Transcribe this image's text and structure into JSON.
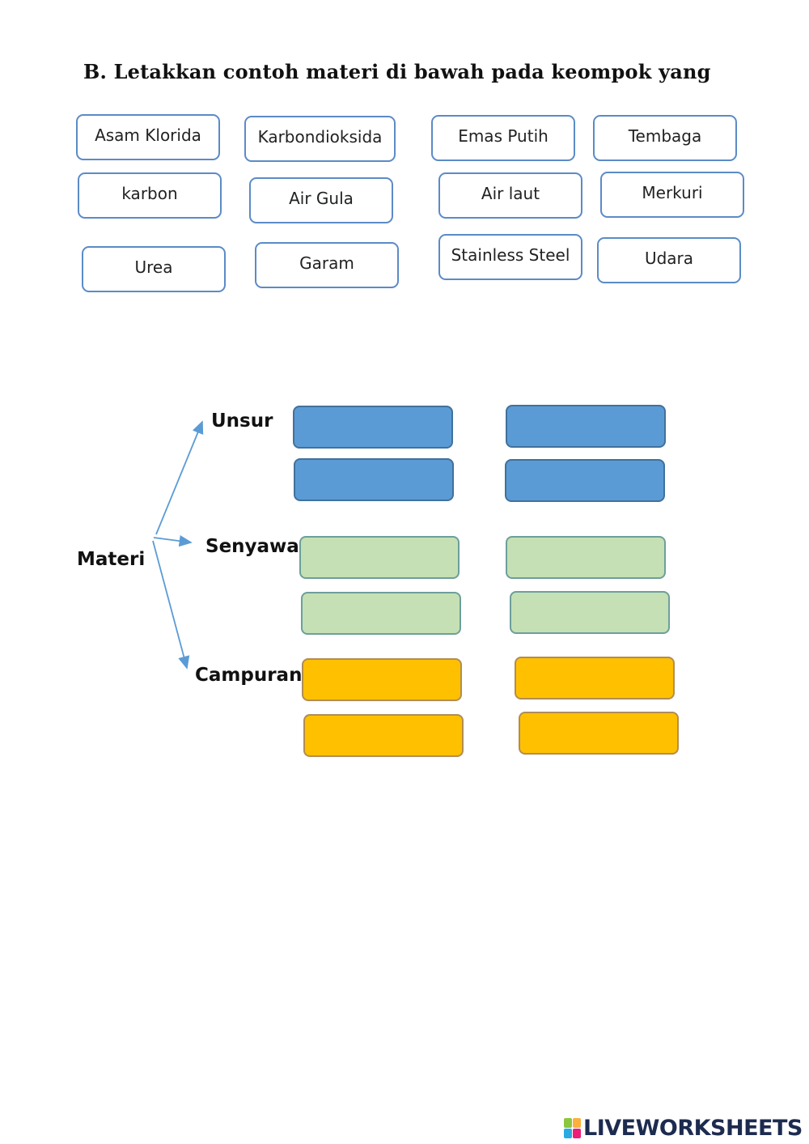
{
  "title": "B. Letakkan contoh materi di bawah pada keompok yang",
  "cards": [
    "Asam Klorida",
    "Karbondioksida",
    "Emas Putih",
    "Tembaga",
    "karbon",
    "Air Gula",
    "Air laut",
    "Merkuri",
    "Urea",
    "Garam",
    "Stainless Steel",
    "Udara"
  ],
  "diagram": {
    "root": "Materi",
    "groups": [
      "Unsur",
      "Senyawa",
      "Campuran"
    ]
  },
  "colors": {
    "unsur_slot": "#5b9bd5",
    "senyawa_slot": "#c5e0b4",
    "campuran_slot": "#ffc000",
    "arrow": "#5b9bd5",
    "card_border": "#5b8bc6"
  },
  "footer": {
    "brand": "LIVEWORKSHEETS",
    "icon": "liveworksheets-logo-icon"
  }
}
